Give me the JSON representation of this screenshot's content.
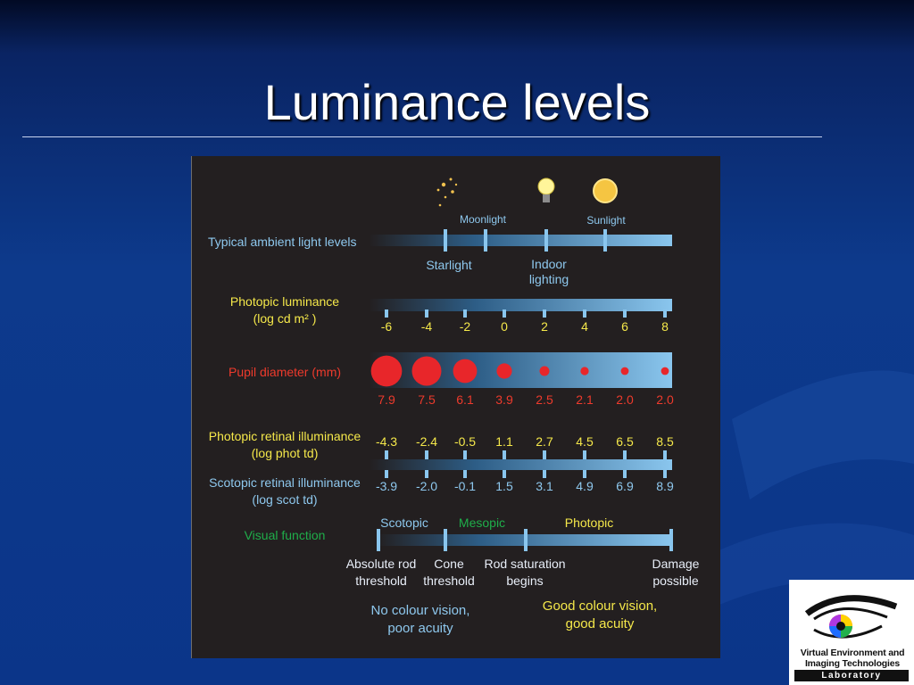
{
  "slide": {
    "title": "Luminance levels"
  },
  "colors": {
    "label_blue": "#8ec8ee",
    "label_yellow": "#f5e84a",
    "label_red": "#ee3a2c",
    "label_green": "#1fae4a",
    "label_white": "#e8eef8",
    "bar_light": "#8ac6ee",
    "bar_dark": "#231f20",
    "pupil_red": "#e8262a"
  },
  "icons": {
    "stars": "stars-icon",
    "moon": "moon-icon",
    "bulb": "light-bulb-icon",
    "sun": "sun-icon"
  },
  "rows": {
    "ambient": {
      "label": "Typical ambient light levels",
      "marks_top": [
        "Moonlight",
        "Sunlight"
      ],
      "marks_bottom": [
        "Starlight",
        "Indoor\nlighting"
      ]
    },
    "photopic_luminance": {
      "label": "Photopic luminance\n(log cd m² )",
      "ticks": [
        "-6",
        "-4",
        "-2",
        "0",
        "2",
        "4",
        "6",
        "8"
      ]
    },
    "pupil": {
      "label": "Pupil diameter (mm)",
      "values": [
        "7.9",
        "7.5",
        "6.1",
        "3.9",
        "2.5",
        "2.1",
        "2.0",
        "2.0"
      ],
      "diameters_mm": [
        7.9,
        7.5,
        6.1,
        3.9,
        2.5,
        2.1,
        2.0,
        2.0
      ]
    },
    "photopic_retinal": {
      "label": "Photopic retinal illuminance\n(log phot td)",
      "values": [
        "-4.3",
        "-2.4",
        "-0.5",
        "1.1",
        "2.7",
        "4.5",
        "6.5",
        "8.5"
      ]
    },
    "scotopic_retinal": {
      "label": "Scotopic retinal illuminance\n(log scot td)",
      "values": [
        "-3.9",
        "-2.0",
        "-0.1",
        "1.5",
        "3.1",
        "4.9",
        "6.9",
        "8.9"
      ]
    },
    "visual_function": {
      "label": "Visual function",
      "zones": [
        {
          "name": "Scotopic",
          "color_key": "label_blue"
        },
        {
          "name": "Mesopic",
          "color_key": "label_green"
        },
        {
          "name": "Photopic",
          "color_key": "label_yellow"
        }
      ],
      "thresholds": [
        "Absolute rod\nthreshold",
        "Cone\nthreshold",
        "Rod saturation\nbegins",
        "Damage\npossible"
      ],
      "notes": [
        "No colour vision,\npoor acuity",
        "Good colour vision,\ngood acuity"
      ]
    }
  },
  "logo": {
    "line1": "Virtual Environment and",
    "line2": "Imaging Technologies",
    "line3": "Laboratory"
  }
}
